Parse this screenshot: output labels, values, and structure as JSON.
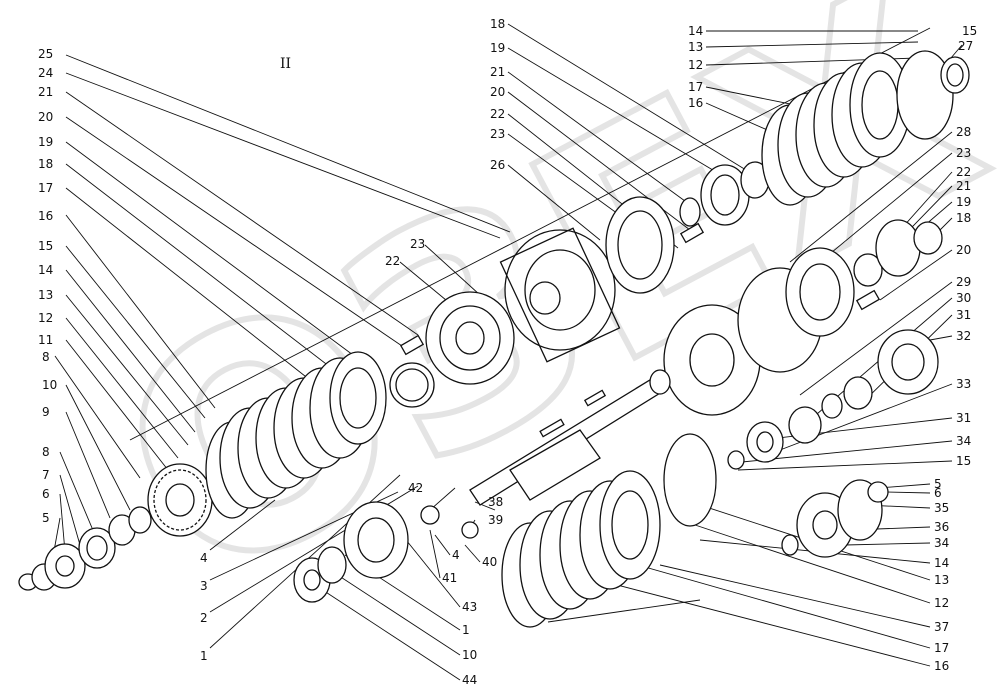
{
  "diagram": {
    "view_numeral": "II",
    "corner_mark": "",
    "callouts": {
      "t25": "25",
      "t24": "24",
      "t21a": "21",
      "t20a": "20",
      "t19a": "19",
      "t18a": "18",
      "t17a": "17",
      "t16a": "16",
      "t15a": "15",
      "t14a": "14",
      "t13a": "13",
      "t12a": "12",
      "t11": "11",
      "t8": "8",
      "t10a": "10",
      "t9": "9",
      "t8b": "8",
      "t7": "7",
      "t6a": "6",
      "t5a": "5",
      "b4a": "4",
      "b3": "3",
      "b2": "2",
      "b1a": "1",
      "m18": "18",
      "m19": "19",
      "m21": "21",
      "m20": "20",
      "m22": "22",
      "m23": "23",
      "m26": "26",
      "c23": "23",
      "c22": "22",
      "r14": "14",
      "r15": "15",
      "r13": "13",
      "r12": "12",
      "r27": "27",
      "r17": "17",
      "r16": "16",
      "r28": "28",
      "r23": "23",
      "r22": "22",
      "r21": "21",
      "r19": "19",
      "r18": "18",
      "r20": "20",
      "r29": "29",
      "r30": "30",
      "r31a": "31",
      "r32": "32",
      "r33": "33",
      "r31b": "31",
      "r34a": "34",
      "r15b": "15",
      "r5": "5",
      "r6": "6",
      "r35": "35",
      "r36": "36",
      "r34b": "34",
      "r14b": "14",
      "r13b": "13",
      "r12b": "12",
      "r37": "37",
      "r17b": "17",
      "r16b": "16",
      "s42": "42",
      "s38": "38",
      "s39": "39",
      "s4": "4",
      "s40": "40",
      "s41": "41",
      "s43": "43",
      "s1": "1",
      "s10": "10",
      "s44": "44"
    }
  }
}
